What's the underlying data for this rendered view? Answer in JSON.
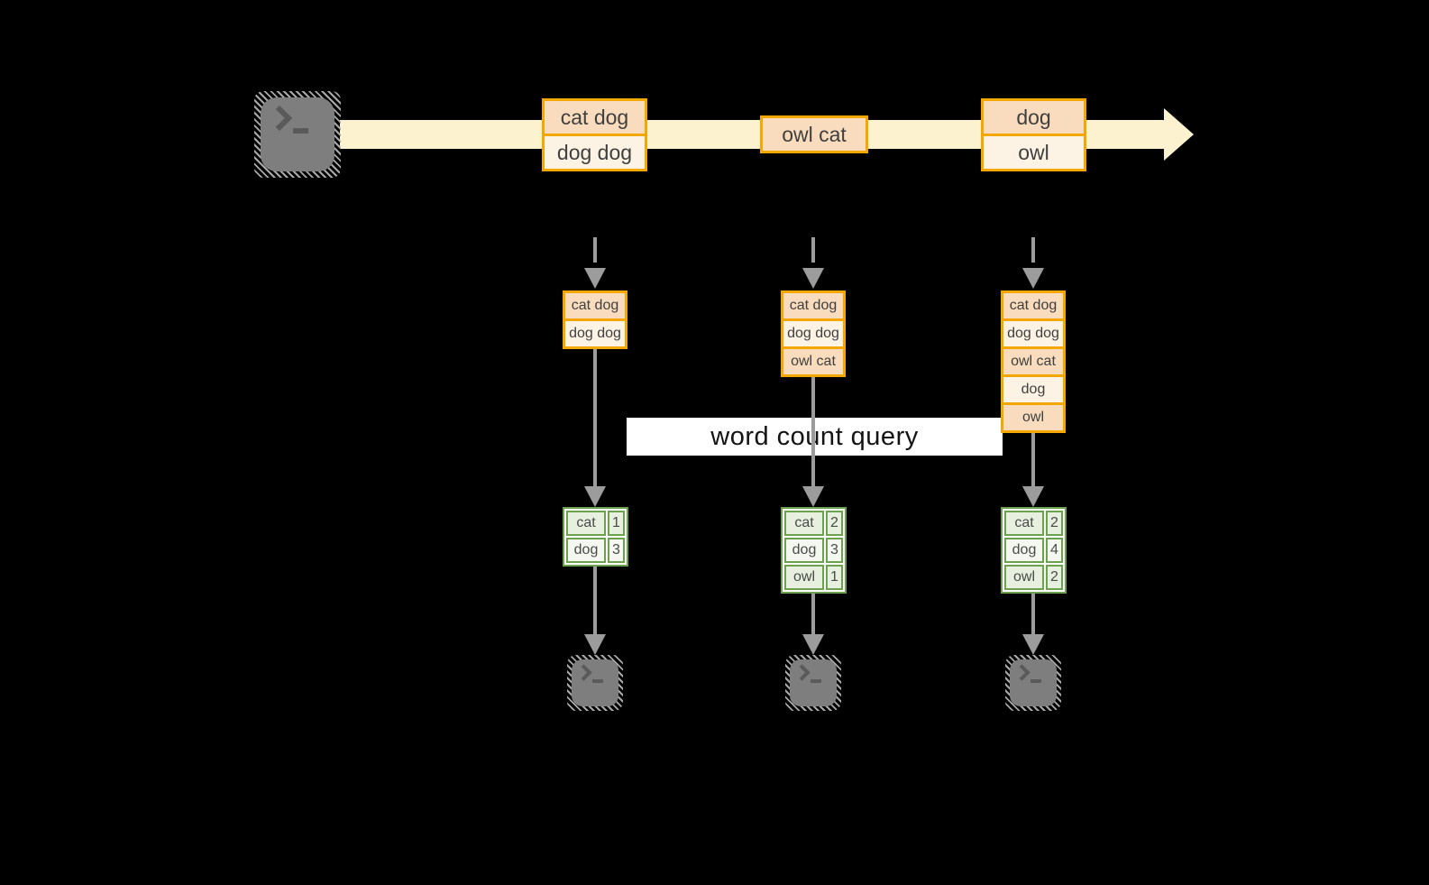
{
  "query_label": "word count query",
  "palette": {
    "background": "#000000",
    "stream_arrow": "#fcf2cf",
    "record_border": "#f2a702",
    "record_fill_dark": "#f9dcbd",
    "record_fill_light": "#fdf3e4",
    "table_border": "#6ca24e",
    "table_fill_dark": "#e7efde",
    "table_fill_light": "#f4f8f1",
    "connector_gray": "#9c9c9c",
    "terminal_gray": "#7e7e7e"
  },
  "stream_events": [
    {
      "rows": [
        "cat dog",
        "dog dog"
      ]
    },
    {
      "rows": [
        "owl cat"
      ]
    },
    {
      "rows": [
        "dog",
        "owl"
      ]
    }
  ],
  "states": [
    {
      "rows": [
        "cat dog",
        "dog dog"
      ]
    },
    {
      "rows": [
        "cat dog",
        "dog dog",
        "owl cat"
      ]
    },
    {
      "rows": [
        "cat dog",
        "dog dog",
        "owl cat",
        "dog",
        "owl"
      ]
    }
  ],
  "count_tables": [
    {
      "rows": [
        [
          "cat",
          "1"
        ],
        [
          "dog",
          "3"
        ]
      ]
    },
    {
      "rows": [
        [
          "cat",
          "2"
        ],
        [
          "dog",
          "3"
        ],
        [
          "owl",
          "1"
        ]
      ]
    },
    {
      "rows": [
        [
          "cat",
          "2"
        ],
        [
          "dog",
          "4"
        ],
        [
          "owl",
          "2"
        ]
      ]
    }
  ]
}
